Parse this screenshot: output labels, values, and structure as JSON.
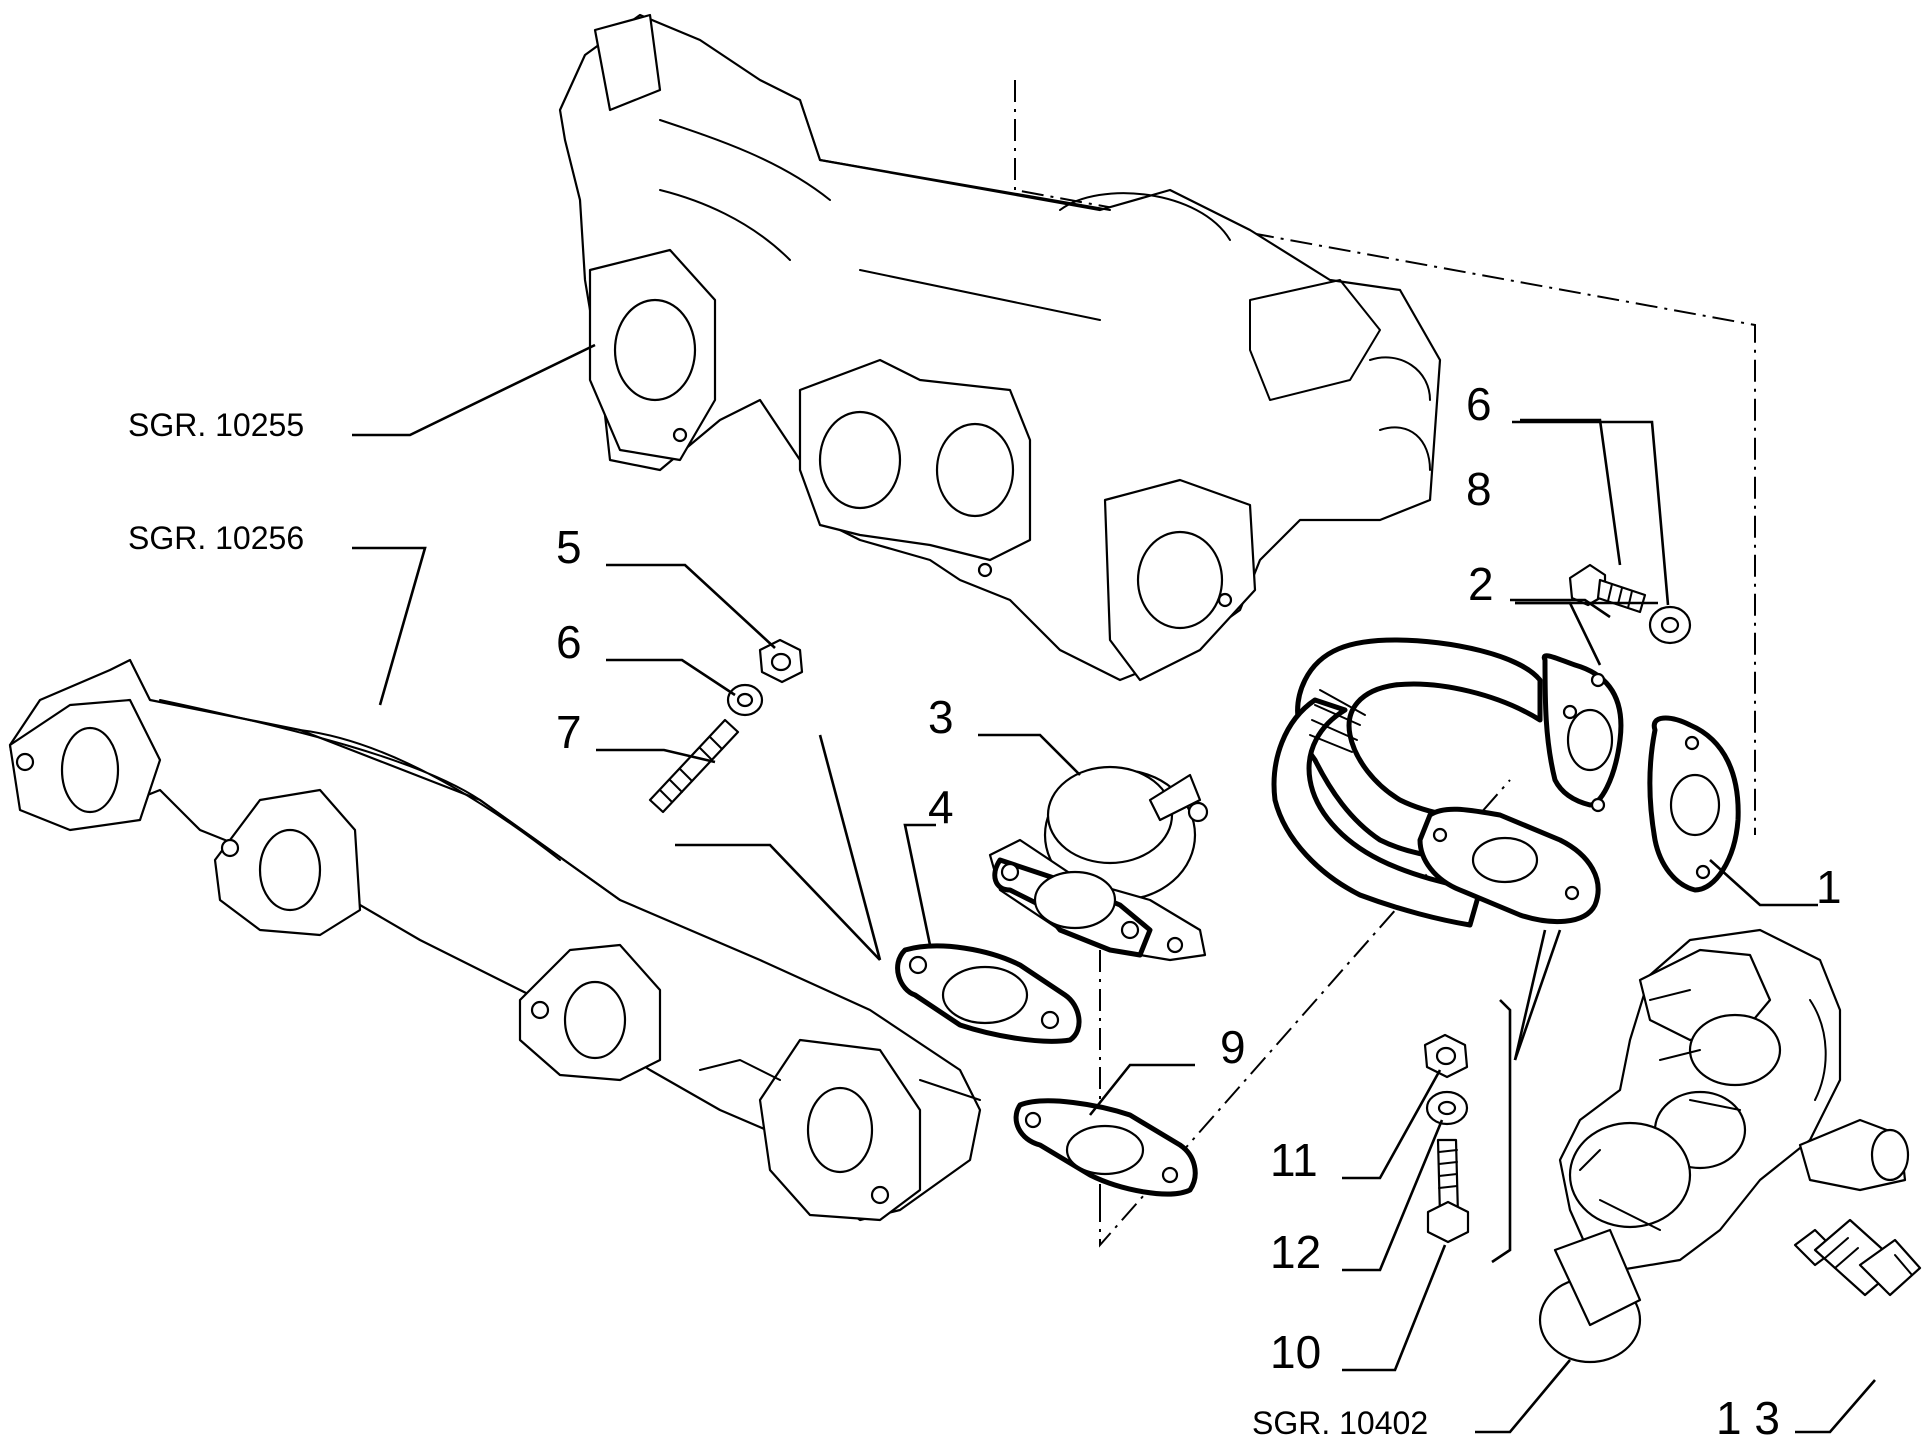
{
  "refs": {
    "sgr_10255": "SGR. 10255",
    "sgr_10256": "SGR. 10256",
    "sgr_10402": "SGR. 10402"
  },
  "callouts": {
    "c1": "1",
    "c2": "2",
    "c3": "3",
    "c4": "4",
    "c5": "5",
    "c6a": "6",
    "c6b": "6",
    "c7": "7",
    "c8": "8",
    "c9": "9",
    "c10": "10",
    "c11": "11",
    "c12": "12",
    "c13": "1 3"
  }
}
